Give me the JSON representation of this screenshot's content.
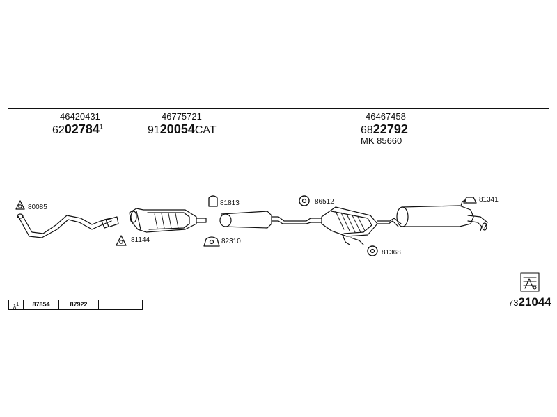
{
  "header": {
    "groups": [
      {
        "oem": "46420431",
        "prefix": "62",
        "number": "02784",
        "suffix": "1"
      },
      {
        "oem": "46775721",
        "prefix": "91",
        "number": "20054",
        "suffix": "CAT"
      },
      {
        "oem": "46467458",
        "prefix": "68",
        "number": "22792",
        "suffix": ""
      }
    ],
    "mk_label": "MK 85660"
  },
  "parts": [
    "80085",
    "81144",
    "81813",
    "82310",
    "86512",
    "81368",
    "81341"
  ],
  "table": {
    "lambda": "λ",
    "lambda_sup": "1",
    "cells": [
      "87854",
      "87922",
      ""
    ]
  },
  "kit": {
    "prefix": "73",
    "number": "21044"
  }
}
